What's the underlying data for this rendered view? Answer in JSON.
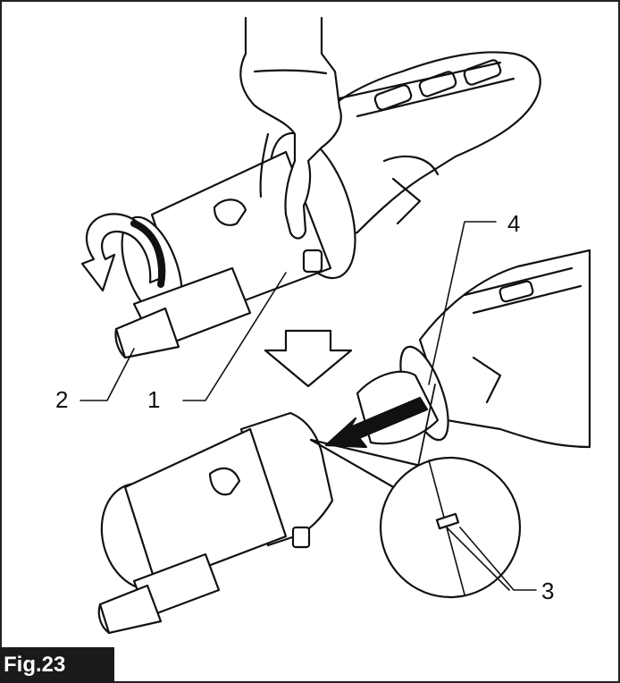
{
  "figure": {
    "label": "Fig.23",
    "callouts": {
      "c1": "1",
      "c2": "2",
      "c3": "3",
      "c4": "4"
    }
  },
  "colors": {
    "line": "#111111",
    "label_bg": "#1a1a1a",
    "label_text": "#ffffff"
  },
  "icons": [
    "hand-icon",
    "rotation-arrow-icon",
    "down-arrow-icon",
    "pull-arrow-icon",
    "magnifier-circle-icon"
  ]
}
